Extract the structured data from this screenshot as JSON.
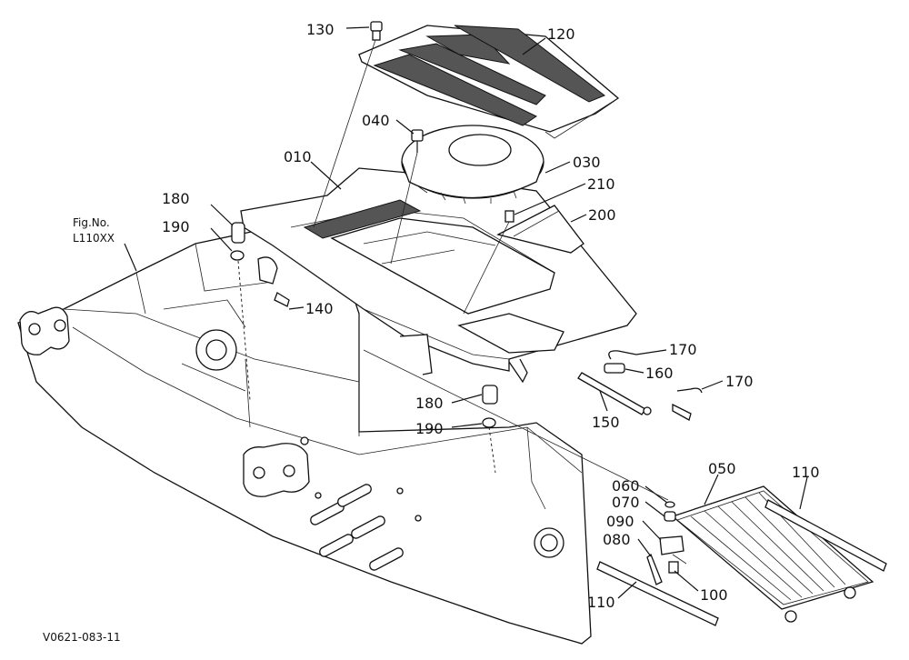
{
  "callouts": {
    "c010": "010",
    "c030": "030",
    "c040": "040",
    "c050": "050",
    "c060": "060",
    "c070": "070",
    "c080": "080",
    "c090": "090",
    "c100": "100",
    "c110a": "110",
    "c110b": "110",
    "c120": "120",
    "c130": "130",
    "c140": "140",
    "c150": "150",
    "c160": "160",
    "c170a": "170",
    "c170b": "170",
    "c180a": "180",
    "c180b": "180",
    "c190a": "190",
    "c190b": "190",
    "c200": "200",
    "c210": "210"
  },
  "fig_ref": {
    "line1": "Fig.No.",
    "line2": "L110XX"
  },
  "drawing_code": "V0621-083-11"
}
